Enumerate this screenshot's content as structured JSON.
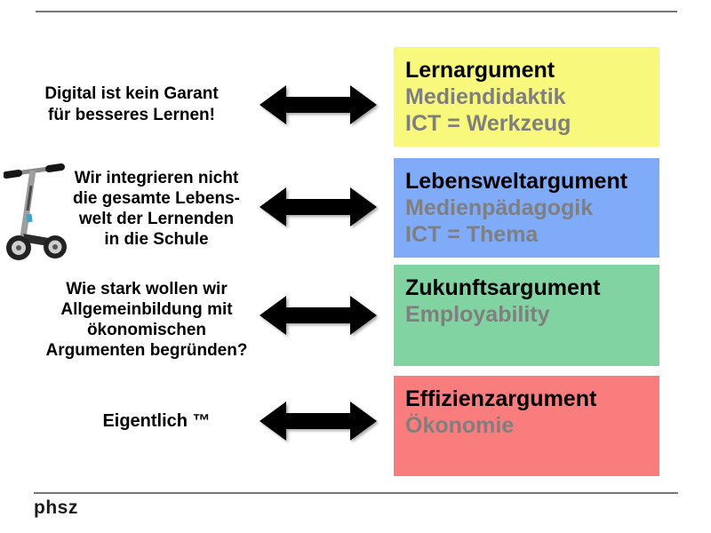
{
  "slide": {
    "logo_text": "phsz",
    "background_color": "#ffffff",
    "rule_color": "#787878",
    "text_color": "#000000",
    "subtitle_color": "#7f7f7f",
    "arrow_color": "#000000"
  },
  "rows": [
    {
      "id": "lernargument",
      "left_lines": [
        "Digital ist kein Garant",
        "für besseres Lernen!"
      ],
      "box": {
        "title": "Lernargument",
        "subtitles": [
          "Mediendidaktik",
          "ICT = Werkzeug"
        ],
        "color": "#f8f87c"
      }
    },
    {
      "id": "lebensweltargument",
      "left_lines": [
        "Wir integrieren nicht",
        "die gesamte Lebens-",
        "welt der Lernenden",
        "in die Schule"
      ],
      "icon": "scooter-image",
      "box": {
        "title": "Lebensweltargument",
        "subtitles": [
          "Medienpädagogik",
          "ICT = Thema"
        ],
        "color": "#7fabf8"
      }
    },
    {
      "id": "zukunftsargument",
      "left_lines": [
        "Wie stark wollen wir",
        "Allgemeinbildung mit",
        "ökonomischen",
        "Argumenten begründen?"
      ],
      "box": {
        "title": "Zukunftsargument",
        "subtitles": [
          "Employability"
        ],
        "color": "#82d3a2"
      }
    },
    {
      "id": "effizienzargument",
      "left_lines": [
        "Eigentlich ™"
      ],
      "box": {
        "title": "Effizienzargument",
        "subtitles": [
          "Ökonomie"
        ],
        "color": "#fa7d7e"
      }
    }
  ]
}
